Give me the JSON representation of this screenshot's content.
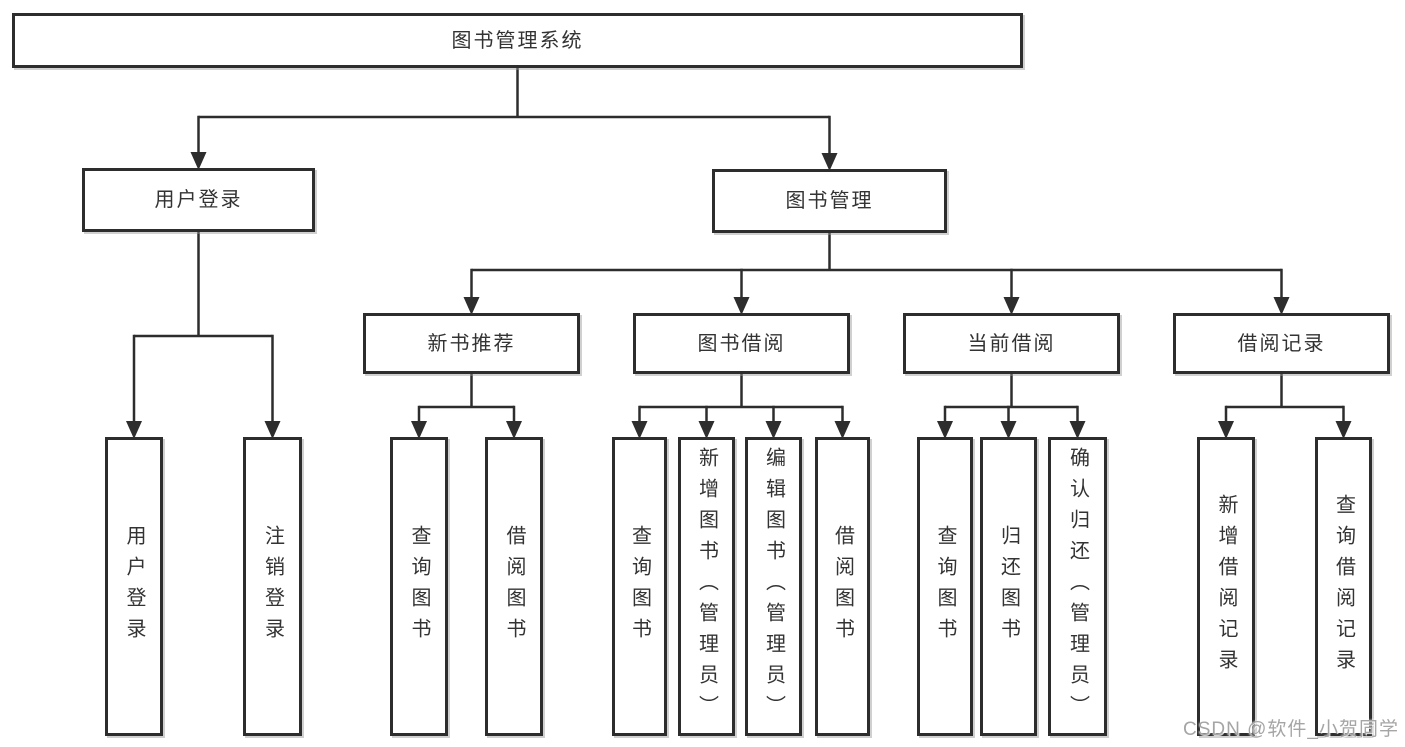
{
  "diagram": {
    "title": "图书管理系统",
    "watermark": "CSDN @软件_小贺同学",
    "line_color": "#2d2d2d",
    "box_background": "#ffffff",
    "text_color": "#333333",
    "watermark_color": "#a5a5a5",
    "nodes": [
      {
        "id": "root",
        "label": "图书管理系统",
        "parent": null,
        "vertical": false
      },
      {
        "id": "user-login",
        "label": "用户登录",
        "parent": "root",
        "vertical": false
      },
      {
        "id": "book-mgmt",
        "label": "图书管理",
        "parent": "root",
        "vertical": false
      },
      {
        "id": "login",
        "label": "用户登录",
        "parent": "user-login",
        "vertical": true
      },
      {
        "id": "logout",
        "label": "注销登录",
        "parent": "user-login",
        "vertical": true
      },
      {
        "id": "new-book-rec",
        "label": "新书推荐",
        "parent": "book-mgmt",
        "vertical": false
      },
      {
        "id": "book-borrow",
        "label": "图书借阅",
        "parent": "book-mgmt",
        "vertical": false
      },
      {
        "id": "current-borrow",
        "label": "当前借阅",
        "parent": "book-mgmt",
        "vertical": false
      },
      {
        "id": "borrow-records",
        "label": "借阅记录",
        "parent": "book-mgmt",
        "vertical": false
      },
      {
        "id": "rec-query-books",
        "label": "查询图书",
        "parent": "new-book-rec",
        "vertical": true
      },
      {
        "id": "rec-borrow-books",
        "label": "借阅图书",
        "parent": "new-book-rec",
        "vertical": true
      },
      {
        "id": "bb-query-books",
        "label": "查询图书",
        "parent": "book-borrow",
        "vertical": true
      },
      {
        "id": "bb-add-books",
        "label": "新增图书（管理员）",
        "parent": "book-borrow",
        "vertical": true
      },
      {
        "id": "bb-edit-books",
        "label": "编辑图书（管理员）",
        "parent": "book-borrow",
        "vertical": true
      },
      {
        "id": "bb-borrow-books",
        "label": "借阅图书",
        "parent": "book-borrow",
        "vertical": true
      },
      {
        "id": "cb-query-books",
        "label": "查询图书",
        "parent": "current-borrow",
        "vertical": true
      },
      {
        "id": "cb-return-books",
        "label": "归还图书",
        "parent": "current-borrow",
        "vertical": true
      },
      {
        "id": "cb-confirm-return",
        "label": "确认归还（管理员）",
        "parent": "current-borrow",
        "vertical": true
      },
      {
        "id": "br-add-record",
        "label": "新增借阅记录",
        "parent": "borrow-records",
        "vertical": true
      },
      {
        "id": "br-query-record",
        "label": "查询借阅记录",
        "parent": "borrow-records",
        "vertical": true
      }
    ]
  }
}
